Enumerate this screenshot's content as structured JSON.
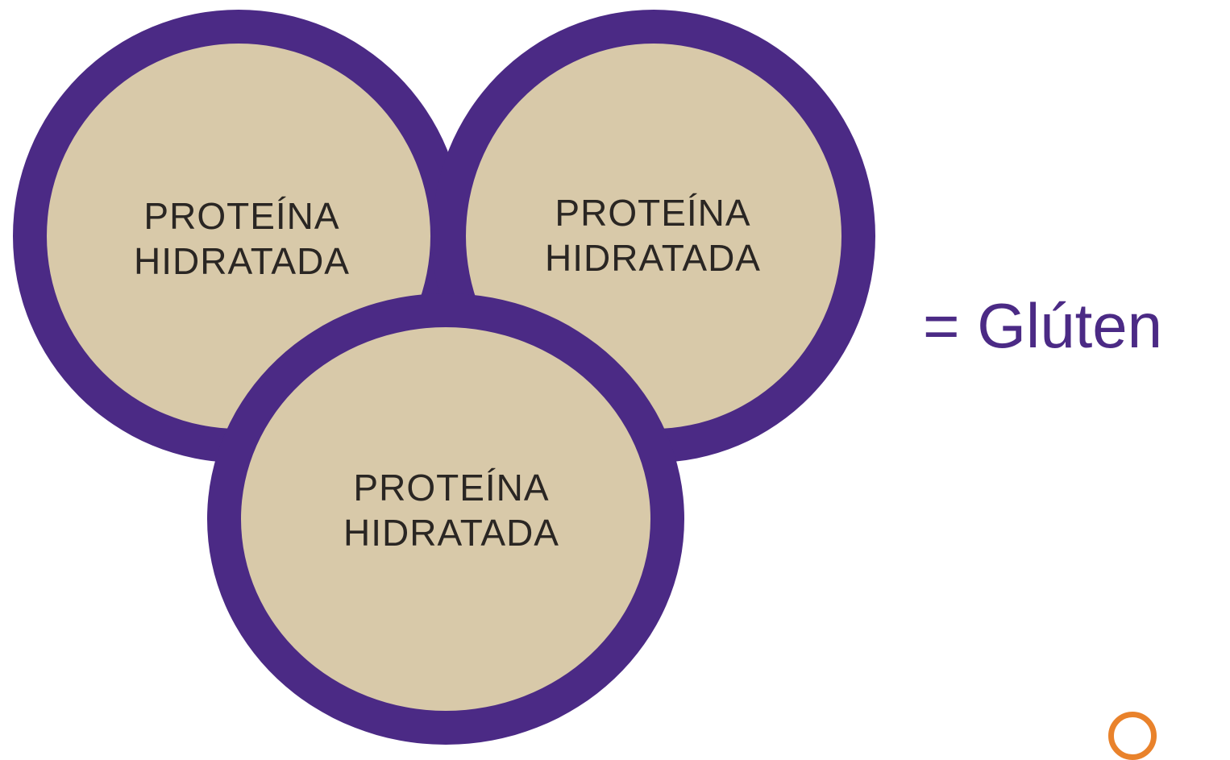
{
  "diagram": {
    "circles": [
      {
        "line1": "PROTEÍNA",
        "line2": "HIDRATADA"
      },
      {
        "line1": "PROTEÍNA",
        "line2": "HIDRATADA"
      },
      {
        "line1": "PROTEÍNA",
        "line2": "HIDRATADA"
      }
    ],
    "result": "= Glúten"
  },
  "colors": {
    "ring": "#4b2a85",
    "fill": "#d8c9a9",
    "label_text": "#2a2623",
    "result_text": "#4b2a85",
    "corner_mark": "#e9822b"
  },
  "icons": {
    "corner_mark": "orange-ring-icon"
  }
}
